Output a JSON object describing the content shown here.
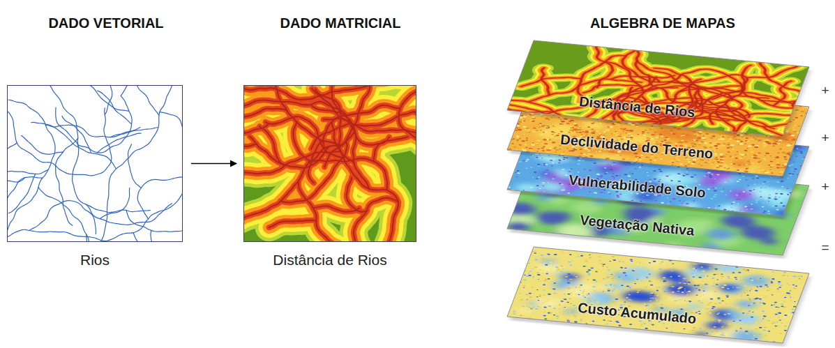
{
  "diagram": {
    "nodes": [
      {
        "text": [
          "Rios"
        ]
      },
      {
        "text": [
          "Distância de Rios"
        ]
      },
      {
        "text": [
          "Distância de Rios"
        ]
      },
      {
        "text": [
          "Declividade do Terreno"
        ]
      },
      {
        "text": [
          "Vulnerabilidade Solo"
        ]
      },
      {
        "text": [
          "Vegetação Nativa"
        ]
      },
      {
        "text": [
          "Custo Acumulado"
        ]
      }
    ],
    "edges": [
      {
        "from": 0,
        "to": 1,
        "arrow": "to"
      }
    ],
    "labels": [
      "DADO VETORIAL",
      "DADO MATRICIAL",
      "ALGEBRA DE MAPAS",
      "+",
      "+",
      "+",
      "="
    ]
  }
}
